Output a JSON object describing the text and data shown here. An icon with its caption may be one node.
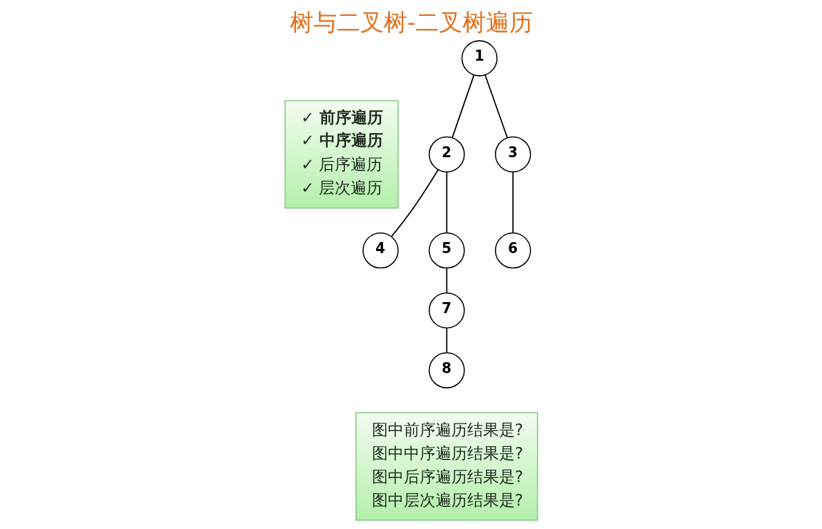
{
  "diagram": {
    "title": "树与二叉树-二叉树遍历",
    "nodes": [
      {
        "text": [
          "✓ 前序遍历",
          "✓ 中序遍历",
          "✓ 后序遍历",
          "✓ 层次遍历"
        ]
      },
      {
        "text": [
          "1"
        ]
      },
      {
        "text": [
          "2"
        ]
      },
      {
        "text": [
          "3"
        ]
      },
      {
        "text": [
          "4"
        ]
      },
      {
        "text": [
          "5"
        ]
      },
      {
        "text": [
          "6"
        ]
      },
      {
        "text": [
          "7"
        ]
      },
      {
        "text": [
          "8"
        ]
      },
      {
        "text": [
          "图中前序遍历结果是?",
          "图中中序遍历结果是?",
          "图中后序遍历结果是?",
          "图中层次遍历结果是?"
        ]
      }
    ],
    "edges": [
      {
        "from": 1,
        "to": 2,
        "arrow": "none"
      },
      {
        "from": 1,
        "to": 3,
        "arrow": "none"
      },
      {
        "from": 2,
        "to": 4,
        "arrow": "none"
      },
      {
        "from": 2,
        "to": 5,
        "arrow": "none"
      },
      {
        "from": 3,
        "to": 6,
        "arrow": "none"
      },
      {
        "from": 5,
        "to": 7,
        "arrow": "none"
      },
      {
        "from": 7,
        "to": 8,
        "arrow": "none"
      }
    ]
  }
}
